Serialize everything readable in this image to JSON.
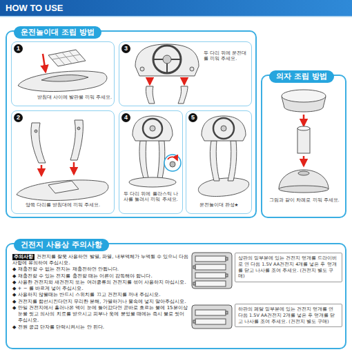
{
  "diagram": {
    "title": "HOW TO USE",
    "nodes": [
      {
        "text": [
          "운전놀이대 조립 방법"
        ]
      },
      {
        "text": [
          "받침대 사이에 발판을 끼워 주세요."
        ],
        "in": 0
      },
      {
        "text": [
          "양쪽 다리를 받침대에 끼워 주세요."
        ],
        "in": 0
      },
      {
        "text": [
          "두 다리 위에 운전대를 끼워 주세요."
        ],
        "in": 0
      },
      {
        "text": [
          "두 다리 위에 플라스틱 나사를 돌려서 끼워 주세요."
        ],
        "in": 0
      },
      {
        "text": [
          "운전놀이대 완성★"
        ],
        "in": 0
      },
      {
        "text": [
          "의자 조립 방법",
          "그림과 같이 차례로 끼워 주세요."
        ]
      },
      {
        "text": [
          "건전지 사용상 주의사항",
          "건전지를 잘못 사용하면 발열, 파열, 내부액체가 누액될 수 있으니 다음사항에 유의하여 주십시오.",
          "◆ 재충전할 수 없는 전지는 재충전하면 안됩니다.",
          "◆ 재충전할 수 있는 전지를 충전할 때는 어른이 감독해야 합니다.",
          "◆ 사용한 건전지와 새건전지 또는 여러종류의 건전지를 섞어 사용하지 마십시오.",
          "◆ + − 를 바르게 넣어 주십시오.",
          "◆ 사용하지 않을때는 반드시 스위치를 끄고 건전지를 꺼내 주십시오.",
          "◆ 건전지를 합선시킨다던지 무리한 분해, 가열하거나 불속에 넣지 말아주십시오.",
          "◆ 만일 건전지에서 흘러나온 액이 눈에 들어갔다면 곧바로 흐르는 물에 15분이상 눈을 씻고 의사의 치료를 받으시고 피부나 옷에 묻었을 때에는 즉시 물로 씻어 주십시오.",
          "◆ 전원 공급 단자를 단락시켜서는 안 된다."
        ]
      },
      {
        "text": [
          "주의사항"
        ],
        "in": 7
      },
      {
        "text": [
          "상판의 밑부분에 있는 건전지 덮개를 드라이버로 연 다음 1.5V AA건전지 4개를 넣은 후 덮개를 닫고 나사를 조여 주세요. (건전지 별도 구매)"
        ],
        "in": 7
      },
      {
        "text": [
          "하판의 페달 밑부분에 있는 건전지 덮개를 연 다음 1.5V AA건전지 2개를 넣은 후 덮개를 닫고 나사를 조여 주세요. (건전지 별도 구매)"
        ],
        "in": 7
      }
    ],
    "labels": [
      "1",
      "2",
      "3",
      "4",
      "5"
    ]
  }
}
